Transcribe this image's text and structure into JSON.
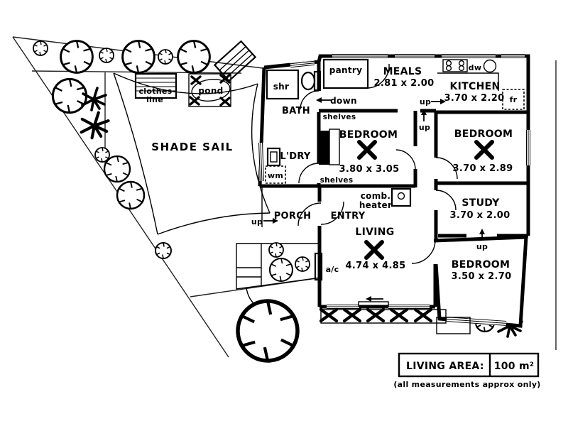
{
  "garden": {
    "shade_sail": "SHADE SAIL",
    "clothes_line_1": "clothes",
    "clothes_line_2": "line",
    "pond": "pond"
  },
  "rooms": {
    "bath": {
      "label": "BATH",
      "shower": "shr"
    },
    "laundry": {
      "label": "L'DRY",
      "wm": "wm"
    },
    "meals": {
      "name": "MEALS",
      "dims": "2.81 x 2.00",
      "pantry": "pantry"
    },
    "kitchen": {
      "name": "KITCHEN",
      "dims": "3.70 x 2.20",
      "dw": "dw",
      "fr": "fr"
    },
    "bedroom1": {
      "name": "BEDROOM",
      "dims": "3.80 x 3.05",
      "shelves_top": "shelves",
      "shelves_bottom": "shelves"
    },
    "bedroom2": {
      "name": "BEDROOM",
      "dims": "3.70 x 2.89"
    },
    "study": {
      "name": "STUDY",
      "dims": "3.70 x 2.00"
    },
    "bedroom3": {
      "name": "BEDROOM",
      "dims": "3.50 x 2.70"
    },
    "living": {
      "name": "LIVING",
      "dims": "4.74 x 4.85",
      "heater_1": "comb.",
      "heater_2": "heater",
      "ac": "a/c"
    },
    "entry": {
      "label": "ENTRY"
    },
    "porch": {
      "label": "PORCH"
    }
  },
  "annotations": {
    "down": "down",
    "up_kitchen": "up",
    "up_hall": "up",
    "up_study": "up",
    "up_porch": "up"
  },
  "summary": {
    "living_area_label": "LIVING AREA:",
    "living_area_value": "100 m²",
    "note": "(all measurements approx only)"
  }
}
